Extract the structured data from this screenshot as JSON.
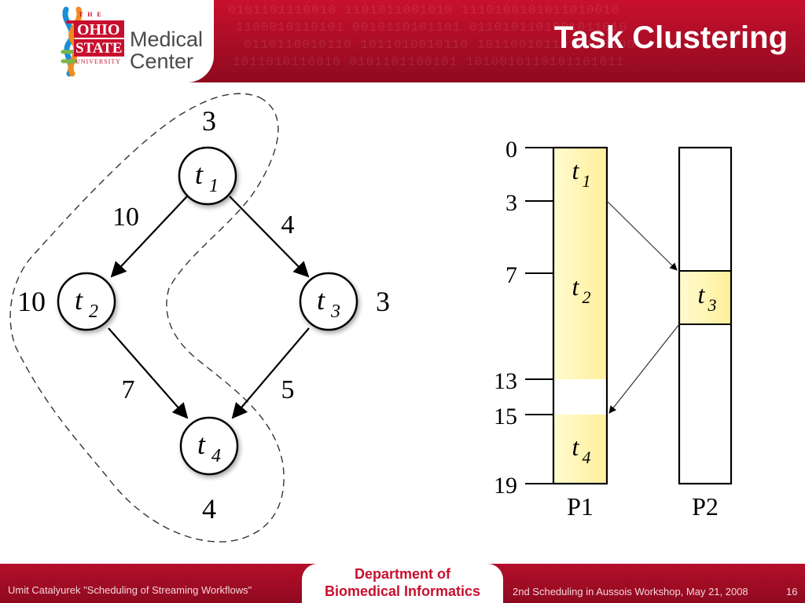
{
  "header": {
    "logo": {
      "the": "T H E",
      "ohio": "OHIO",
      "state": "STATE",
      "university": "UNIVERSITY",
      "medical": "Medical",
      "center": "Center"
    },
    "title": "Task Clustering",
    "colors": {
      "brand_red": "#c8102e",
      "highlight": "#fff8b8"
    }
  },
  "task_graph": {
    "nodes": [
      {
        "id": "t1",
        "base": "t",
        "sub": "1",
        "weight": "3"
      },
      {
        "id": "t2",
        "base": "t",
        "sub": "2",
        "weight": "10"
      },
      {
        "id": "t3",
        "base": "t",
        "sub": "3",
        "weight": "3"
      },
      {
        "id": "t4",
        "base": "t",
        "sub": "4",
        "weight": "4"
      }
    ],
    "edges": [
      {
        "from": "t1",
        "to": "t2",
        "weight": "10"
      },
      {
        "from": "t1",
        "to": "t3",
        "weight": "4"
      },
      {
        "from": "t2",
        "to": "t4",
        "weight": "7"
      },
      {
        "from": "t3",
        "to": "t4",
        "weight": "5"
      }
    ],
    "cluster": [
      "t1",
      "t2",
      "t4"
    ]
  },
  "schedule": {
    "time_ticks": [
      "0",
      "3",
      "7",
      "13",
      "15",
      "19"
    ],
    "processors": [
      {
        "label": "P1",
        "tasks": [
          {
            "base": "t",
            "sub": "1",
            "start": 0,
            "end": 3
          },
          {
            "base": "t",
            "sub": "2",
            "start": 3,
            "end": 13
          },
          {
            "base": "t",
            "sub": "4",
            "start": 15,
            "end": 19
          }
        ]
      },
      {
        "label": "P2",
        "tasks": [
          {
            "base": "t",
            "sub": "3",
            "start": 7,
            "end": 10
          }
        ]
      }
    ]
  },
  "footer": {
    "dept_line1": "Department of",
    "dept_line2": "Biomedical Informatics",
    "left": "Umit Catalyurek \"Scheduling of Streaming Workflows\"",
    "right": "2nd Scheduling in Aussois Workshop, May 21, 2008",
    "page": "16"
  }
}
